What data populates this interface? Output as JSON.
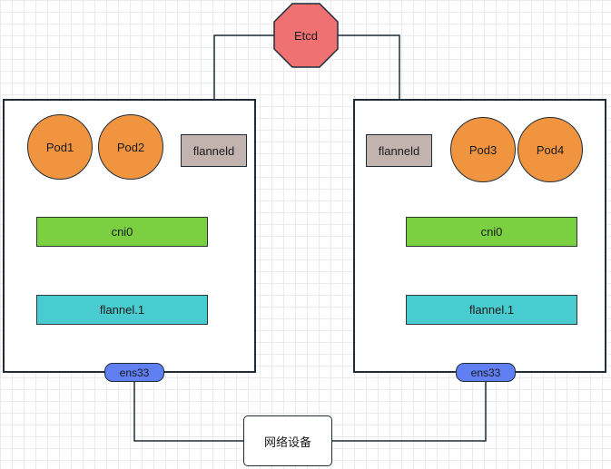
{
  "etcd": {
    "label": "Etcd"
  },
  "left_host": {
    "pods": [
      "Pod1",
      "Pod2"
    ],
    "flanneld": "flanneld",
    "cni": "cni0",
    "flannel": "flannel.1",
    "nic": "ens33"
  },
  "right_host": {
    "pods": [
      "Pod3",
      "Pod4"
    ],
    "flanneld": "flanneld",
    "cni": "cni0",
    "flannel": "flannel.1",
    "nic": "ens33"
  },
  "network": {
    "label": "网络设备"
  },
  "colors": {
    "pod": "#f0943f",
    "flanneld": "#c2b3ae",
    "cni": "#7ad040",
    "flannel": "#49cccf",
    "nic": "#5f7ff2",
    "etcd": "#f07172"
  }
}
